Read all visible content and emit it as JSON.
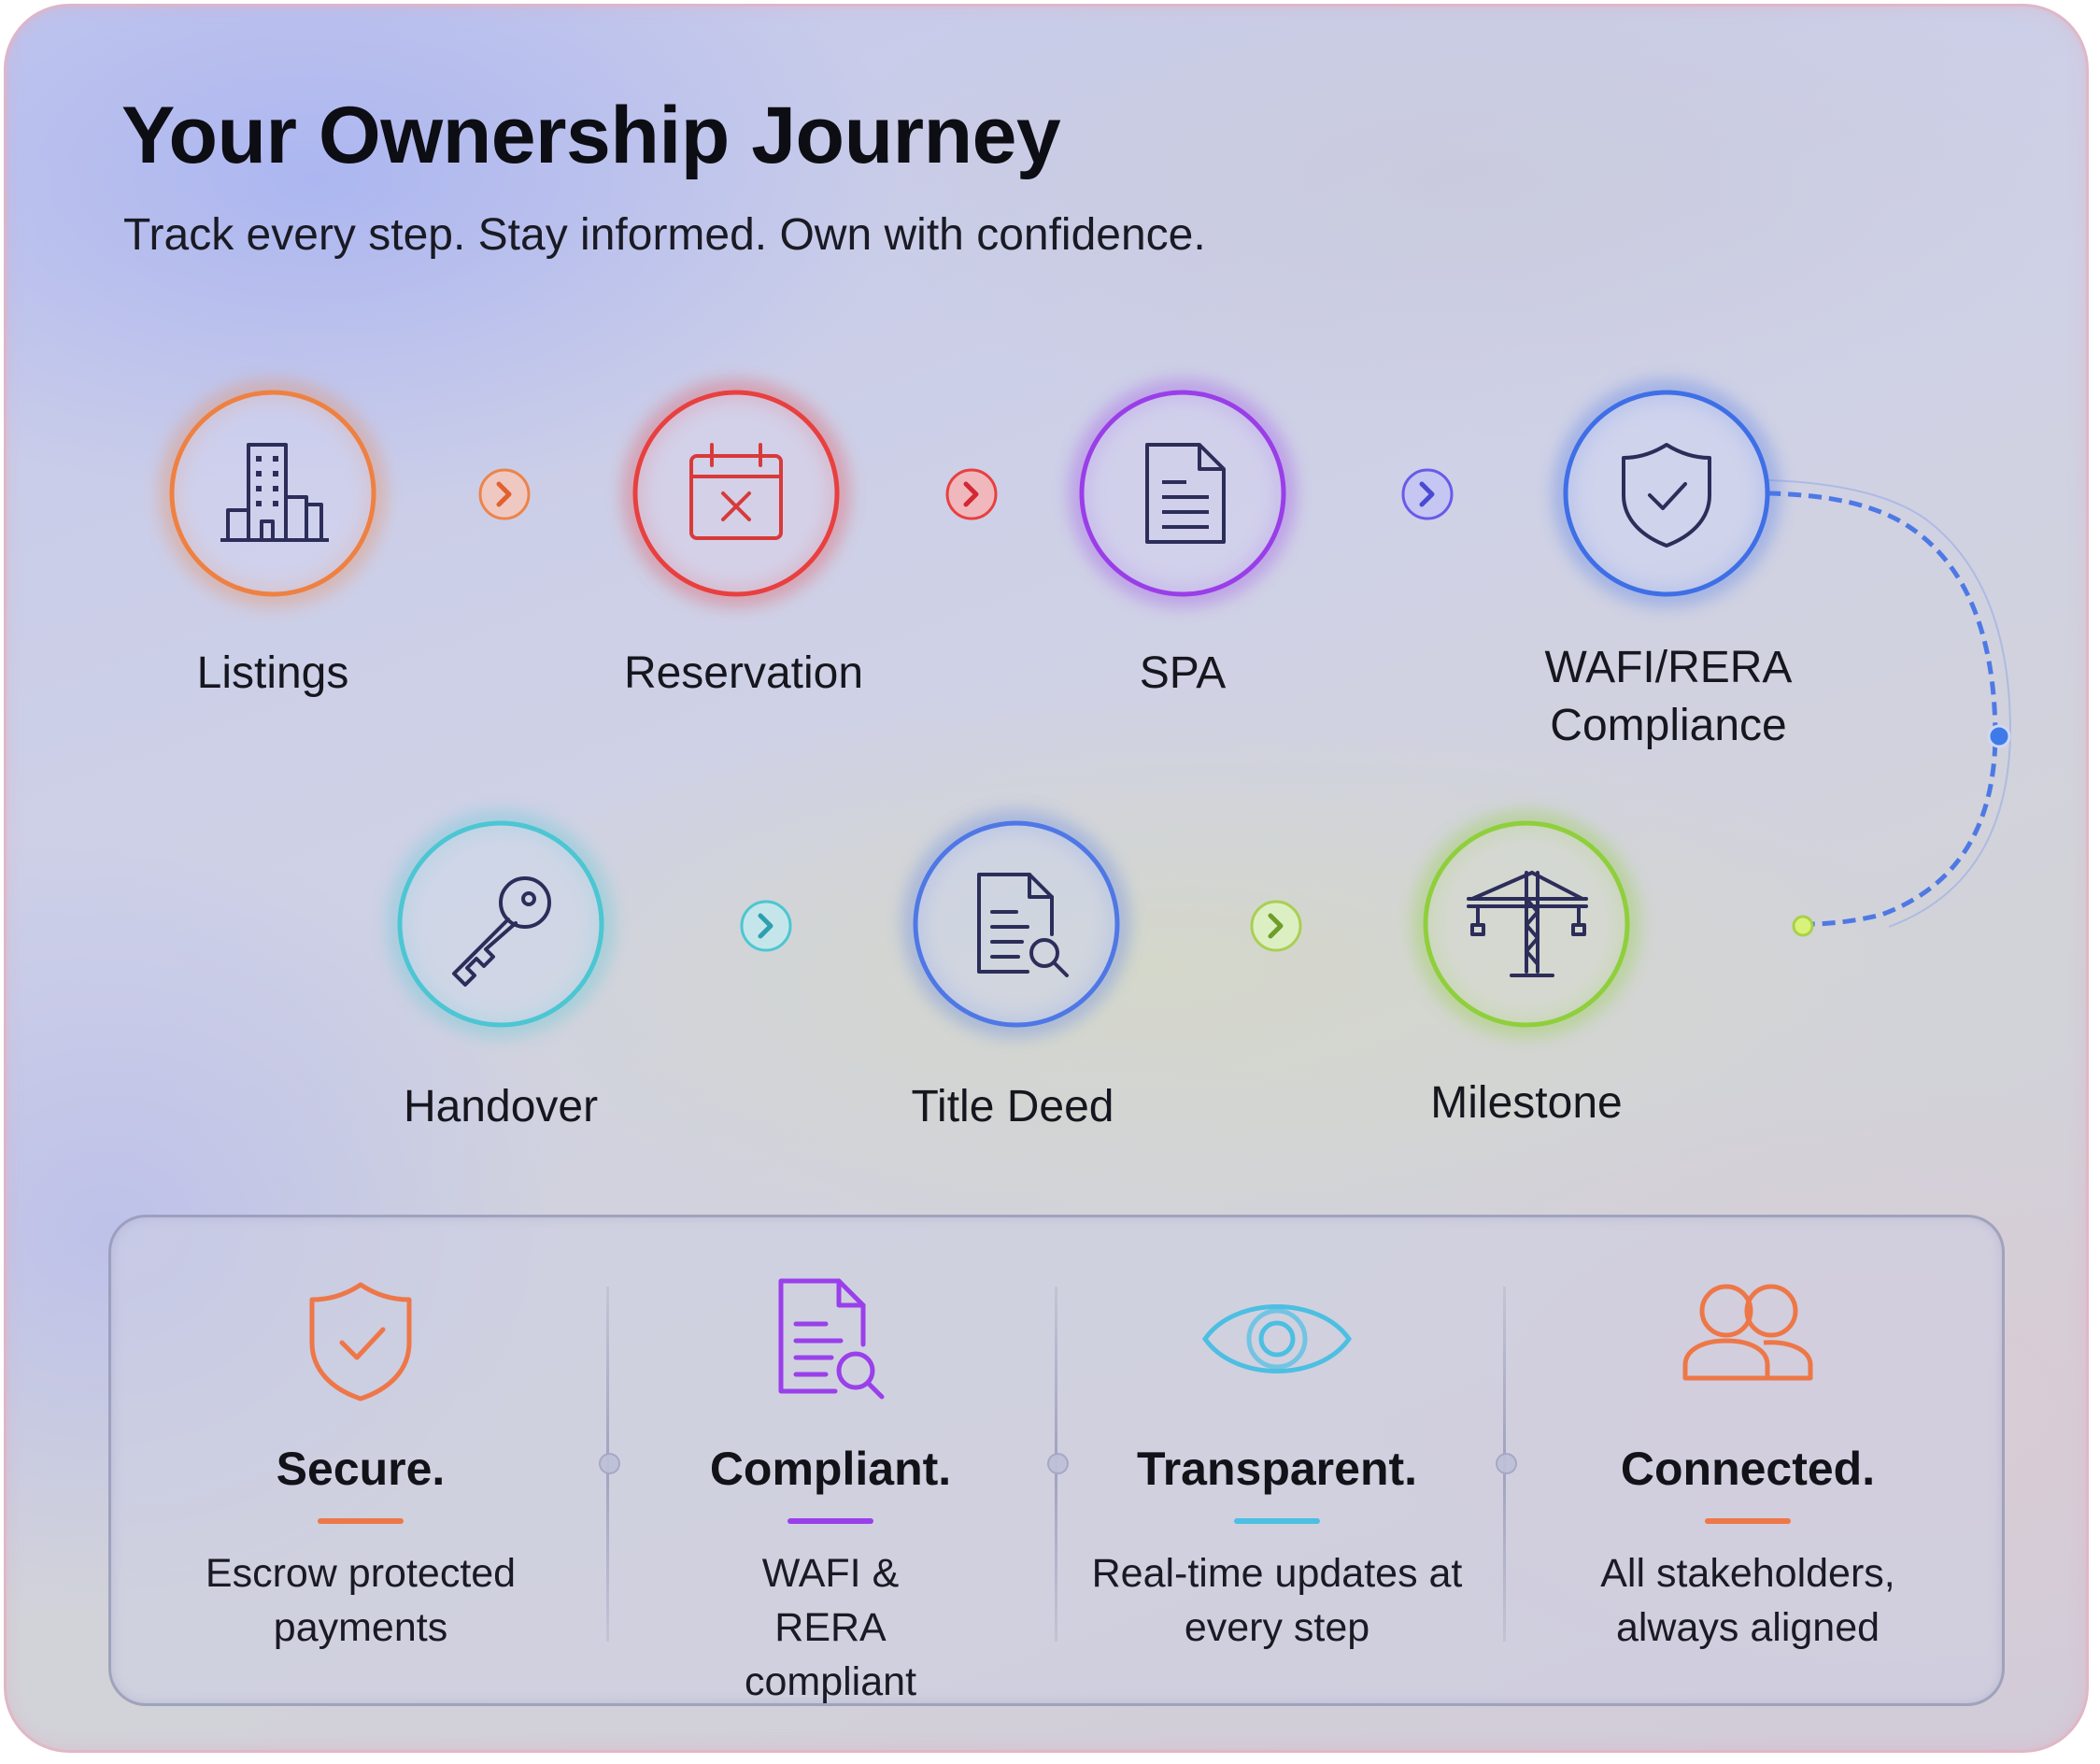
{
  "header": {
    "title": "Your Ownership Journey",
    "subtitle": "Track every step. Stay informed. Own with confidence."
  },
  "steps": [
    {
      "label": "Listings",
      "icon": "building-icon",
      "color": "#ee8142"
    },
    {
      "label": "Reservation",
      "icon": "calendar-cancel-icon",
      "color": "#e8403f"
    },
    {
      "label": "SPA",
      "icon": "document-icon",
      "color": "#9a3ee8"
    },
    {
      "label": "WAFI/RERA\nCompliance",
      "icon": "shield-check-icon",
      "color": "#3f6fe6"
    },
    {
      "label": "Milestone",
      "icon": "crane-icon",
      "color": "#8fcf3c"
    },
    {
      "label": "Title Deed",
      "icon": "document-search-icon",
      "color": "#4f78e6"
    },
    {
      "label": "Handover",
      "icon": "key-icon",
      "color": "#4cc6d2"
    }
  ],
  "features": [
    {
      "title": "Secure.",
      "desc": "Escrow protected payments",
      "icon": "shield-check-icon",
      "color": "#ee7748"
    },
    {
      "title": "Compliant.",
      "desc": "WAFI & RERA compliant",
      "icon": "document-search-icon",
      "color": "#9a40ea"
    },
    {
      "title": "Transparent.",
      "desc": "Real-time updates at every step",
      "icon": "eye-icon",
      "color": "#4cbfe2"
    },
    {
      "title": "Connected.",
      "desc": "All stakeholders, always aligned",
      "icon": "users-icon",
      "color": "#ee7748"
    }
  ]
}
